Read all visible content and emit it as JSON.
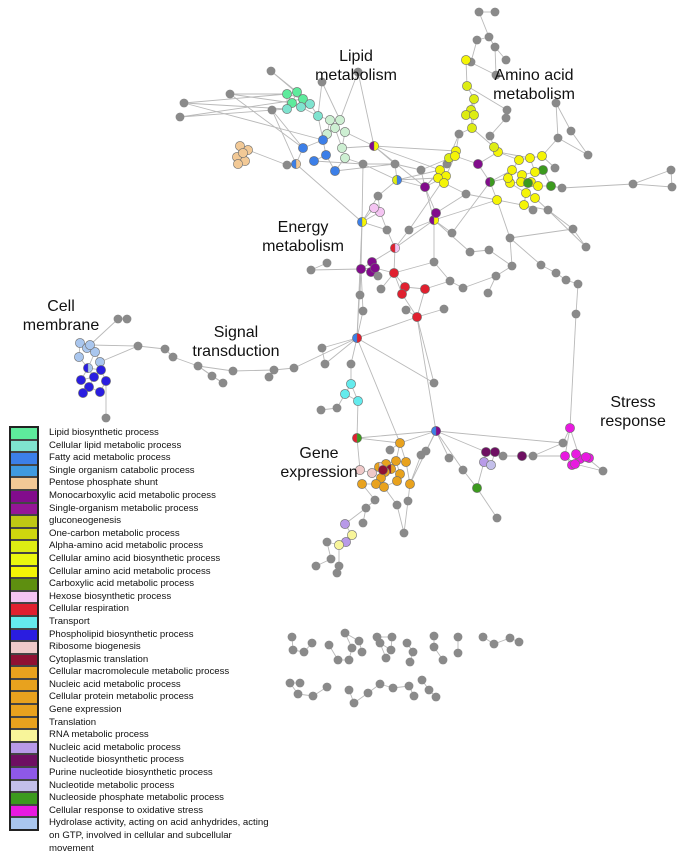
{
  "cluster_labels": {
    "lipid": [
      "Lipid",
      "metabolism"
    ],
    "amino": [
      "Amino acid",
      "metabolism"
    ],
    "energy": [
      "Energy",
      "metabolism"
    ],
    "cell": [
      "Cell",
      "membrane"
    ],
    "signal": [
      "Signal",
      "transduction"
    ],
    "stress": [
      "Stress",
      "response"
    ],
    "gene": [
      "Gene",
      "expression"
    ]
  },
  "legend": [
    {
      "label": "Lipid biosynthetic process",
      "color": "#5EEB9C"
    },
    {
      "label": "Cellular lipid metabolic process",
      "color": "#7FE3CF"
    },
    {
      "label": "Fatty acid metabolic process",
      "color": "#3C7FE8"
    },
    {
      "label": "Single organism catabolic process",
      "color": "#3F9AE0"
    },
    {
      "label": "Pentose phosphate shunt",
      "color": "#F2C996"
    },
    {
      "label": "Monocarboxylic acid metabolic process",
      "color": "#820C8C"
    },
    {
      "label": "Single-organism metabolic process",
      "color": "#951696"
    },
    {
      "label": "gluconeogenesis",
      "color": "#BFC814"
    },
    {
      "label": "One-carbon metabolic process",
      "color": "#CFD60E"
    },
    {
      "label": "Alpha-amino acid metabolic process",
      "color": "#DDEC13"
    },
    {
      "label": "Cellular amino acid biosynthetic process",
      "color": "#EAF70F"
    },
    {
      "label": "Cellular amino acid metabolic process",
      "color": "#F4F406"
    },
    {
      "label": "Carboxylic acid metabolic process",
      "color": "#5E8F10"
    },
    {
      "label": "Hexose biosynthetic process",
      "color": "#F4C4F2"
    },
    {
      "label": "Cellular respiration",
      "color": "#E0202F"
    },
    {
      "label": "Transport",
      "color": "#64EBED"
    },
    {
      "label": "Phospholipid biosynthetic process",
      "color": "#2A1DE0"
    },
    {
      "label": "Ribosome biogenesis",
      "color": "#EFC9C9"
    },
    {
      "label": "Cytoplasmic translation",
      "color": "#8F1133"
    },
    {
      "label": "Cellular macromolecule metabolic process",
      "color": "#E8A21E"
    },
    {
      "label": "Nucleic acid metabolic process",
      "color": "#E8A21E"
    },
    {
      "label": "Cellular protein metabolic process",
      "color": "#E8A21E"
    },
    {
      "label": "Gene expression",
      "color": "#E8A21E"
    },
    {
      "label": "Translation",
      "color": "#E8A21E"
    },
    {
      "label": "RNA metabolic process",
      "color": "#F8F59A"
    },
    {
      "label": "Nucleic acid metabolic process",
      "color": "#B89AE8"
    },
    {
      "label": "Nucleotide biosynthetic process",
      "color": "#6E0F62"
    },
    {
      "label": "Purine nucleotide biosynthetic process",
      "color": "#8E58E8"
    },
    {
      "label": "Nucleotide metabolic process",
      "color": "#C3BFEA"
    },
    {
      "label": "Nucleoside phosphate metabolic process",
      "color": "#3C9A1E"
    },
    {
      "label": "Cellular response to oxidative stress",
      "color": "#E81AE0"
    },
    {
      "label": "Hydrolase activity, acting on acid anhydrides, acting on GTP, involved in cellular and subcellular movement",
      "color": "#A9C6EE"
    }
  ],
  "node_colors": {
    "grey": "#8A8A8A",
    "node_border": "#6E6E6E",
    "edge": "#B9B9B9",
    "lipid_green": "#5EEB9C",
    "lipid_teal": "#7FE3CF",
    "lipid_blue": "#3C7FE8",
    "pale_green": "#CDEFD2",
    "peach": "#F2C996",
    "purple": "#820C8C",
    "olive_yellow": "#DDEC13",
    "yellow": "#F4F406",
    "dark_green": "#3C9A1E",
    "pink": "#F4C4F2",
    "red": "#E0202F",
    "cyan": "#64EBED",
    "dark_blue": "#2A1DE0",
    "light_blue": "#A9C6EE",
    "rose": "#EFC9C9",
    "maroon": "#8F1133",
    "orange": "#E8A21E",
    "pale_yellow": "#F8F59A",
    "lavender": "#B89AE8",
    "dark_purple": "#6E0F62",
    "light_lavender": "#C3BFEA",
    "magenta": "#E81AE0"
  }
}
